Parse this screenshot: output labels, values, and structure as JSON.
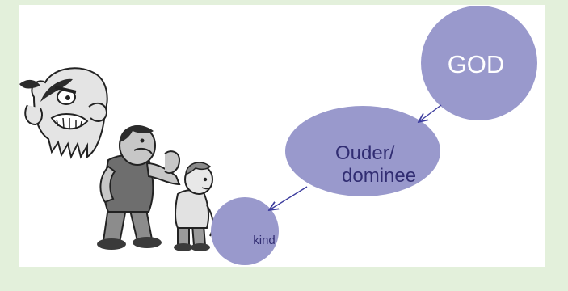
{
  "nodes": {
    "god": {
      "label": "GOD"
    },
    "parent": {
      "label_line1": "Ouder/",
      "label_line2": "dominee"
    },
    "child": {
      "label": "kind"
    }
  },
  "figures": [
    "angry-bearded-man-clipart",
    "angry-father-scolding-child-clipart"
  ],
  "colors": {
    "background": "#e3f0db",
    "slide": "#ffffff",
    "node_fill": "#9999cc",
    "text_dark": "#312d72",
    "arrow": "#3d3d9e"
  }
}
